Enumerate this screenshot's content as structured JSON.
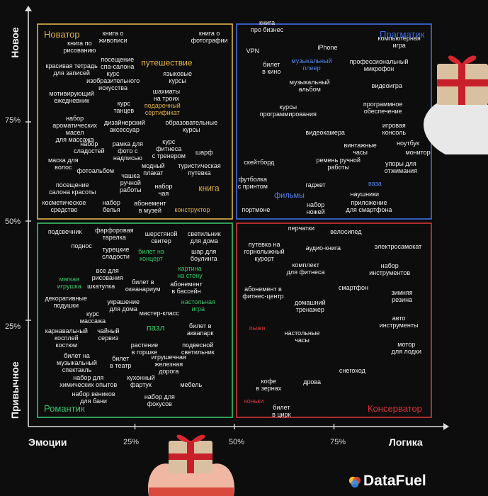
{
  "axes": {
    "x_left_title": "Эмоции",
    "x_right_title": "Логика",
    "y_top_title": "Новое",
    "y_bottom_title": "Привычное",
    "x_ticks": [
      "25%",
      "50%",
      "75%"
    ],
    "y_ticks": [
      "75%",
      "50%",
      "25%"
    ]
  },
  "brand": {
    "name": "DataFuel"
  },
  "colors": {
    "background": "#0d0d0d",
    "innovator": "#e0b24c",
    "pragmatic": "#3d6ee8",
    "romantic": "#35c46a",
    "conservative": "#d8343a",
    "text_default": "#eeeeee"
  },
  "icons": [
    "gift-box-icon",
    "glove-hand-icon",
    "datafuel-logo-icon"
  ],
  "chart_data": {
    "type": "scatter",
    "xlim": [
      0,
      100
    ],
    "ylim": [
      0,
      100
    ],
    "xlabel": "Эмоции — Логика",
    "ylabel": "Привычное — Новое",
    "quadrants": [
      {
        "id": "innovator",
        "name": "Новатор",
        "color": "#e0b24c"
      },
      {
        "id": "pragmatic",
        "name": "Прагматик",
        "color": "#3d6ee8"
      },
      {
        "id": "romantic",
        "name": "Романтик",
        "color": "#35c46a"
      },
      {
        "id": "conservative",
        "name": "Консерватор",
        "color": "#d8343a"
      }
    ],
    "points": [
      {
        "label": "книга о\nживописи",
        "x": 19.5,
        "y": 96.4,
        "q": "innovator"
      },
      {
        "label": "книга по\nрисованию",
        "x": 11.1,
        "y": 94.0,
        "q": "innovator"
      },
      {
        "label": "книга о\nфотографии",
        "x": 43.7,
        "y": 96.4,
        "q": "innovator"
      },
      {
        "label": "посещение\nспа-салона",
        "x": 20.6,
        "y": 89.8,
        "q": "innovator"
      },
      {
        "label": "путешествие",
        "x": 33.0,
        "y": 89.8,
        "q": "innovator",
        "color": "#e0b24c",
        "size": 12
      },
      {
        "label": "красивая тетрадь\nдля записей",
        "x": 9.1,
        "y": 88.3,
        "q": "innovator"
      },
      {
        "label": "курс\nизобразительного\nискусства",
        "x": 19.5,
        "y": 85.3,
        "q": "innovator"
      },
      {
        "label": "языковые\nкурсы",
        "x": 35.7,
        "y": 86.2,
        "q": "innovator"
      },
      {
        "label": "мотивирующий\nежедневник",
        "x": 9.1,
        "y": 81.2,
        "q": "innovator"
      },
      {
        "label": "шахматы\nна троих",
        "x": 32.9,
        "y": 81.8,
        "q": "innovator"
      },
      {
        "label": "курс\nтанцев",
        "x": 22.2,
        "y": 78.8,
        "q": "innovator"
      },
      {
        "label": "подарочный\nсертификат",
        "x": 31.9,
        "y": 78.2,
        "q": "innovator",
        "color": "#e0b24c"
      },
      {
        "label": "набор\nароматических\nмасел\nдля массажа",
        "x": 9.9,
        "y": 73.3,
        "q": "innovator"
      },
      {
        "label": "дизайнерский\nаксессуар",
        "x": 22.4,
        "y": 73.9,
        "q": "innovator"
      },
      {
        "label": "образовательные\nкурсы",
        "x": 39.2,
        "y": 73.9,
        "q": "innovator"
      },
      {
        "label": "набор\nсладостей",
        "x": 13.5,
        "y": 68.5,
        "q": "innovator"
      },
      {
        "label": "рамка для\nфото с\nнадписью",
        "x": 23.2,
        "y": 67.6,
        "q": "innovator"
      },
      {
        "label": "курс\nфитнеса\nс тренером",
        "x": 33.5,
        "y": 68.2,
        "q": "innovator"
      },
      {
        "label": "шарф",
        "x": 42.4,
        "y": 67.3,
        "q": "innovator"
      },
      {
        "label": "маска для\nволос",
        "x": 7.0,
        "y": 64.5,
        "q": "innovator"
      },
      {
        "label": "фотоальбом",
        "x": 15.1,
        "y": 62.7,
        "q": "innovator"
      },
      {
        "label": "модный\nплакат",
        "x": 29.6,
        "y": 63.0,
        "q": "innovator"
      },
      {
        "label": "туристическая\nпутевка",
        "x": 41.2,
        "y": 63.0,
        "q": "innovator"
      },
      {
        "label": "чашка\nручной\nработы",
        "x": 23.9,
        "y": 59.7,
        "q": "innovator"
      },
      {
        "label": "посещение\nсалона красоты",
        "x": 9.3,
        "y": 58.2,
        "q": "innovator"
      },
      {
        "label": "набор\nчая",
        "x": 32.2,
        "y": 57.9,
        "q": "innovator"
      },
      {
        "label": "книга",
        "x": 43.6,
        "y": 58.2,
        "q": "innovator",
        "color": "#e0b24c",
        "size": 12
      },
      {
        "label": "косметическое\nсредство",
        "x": 7.2,
        "y": 53.8,
        "q": "innovator"
      },
      {
        "label": "набор\nбелья",
        "x": 19.1,
        "y": 53.8,
        "q": "innovator"
      },
      {
        "label": "абонемент\nв музей",
        "x": 28.8,
        "y": 53.5,
        "q": "innovator"
      },
      {
        "label": "конструктор",
        "x": 39.4,
        "y": 52.9,
        "q": "innovator",
        "color": "#e0b24c"
      },
      {
        "label": "книга\nпро бизнес",
        "x": 58.2,
        "y": 99.1,
        "q": "pragmatic"
      },
      {
        "label": "VPN",
        "x": 54.6,
        "y": 92.8,
        "q": "pragmatic"
      },
      {
        "label": "iPhone",
        "x": 73.4,
        "y": 93.7,
        "q": "pragmatic"
      },
      {
        "label": "компьютерная\nигра",
        "x": 91.4,
        "y": 95.2,
        "q": "pragmatic"
      },
      {
        "label": "билет\nв кино",
        "x": 59.3,
        "y": 88.6,
        "q": "pragmatic"
      },
      {
        "label": "музыкальный\nплеер",
        "x": 69.4,
        "y": 89.5,
        "q": "pragmatic",
        "color": "#4f86f0"
      },
      {
        "label": "профессиональный\nмикрофон",
        "x": 86.3,
        "y": 89.2,
        "q": "pragmatic"
      },
      {
        "label": "музыкальный\nальбом",
        "x": 68.9,
        "y": 84.1,
        "q": "pragmatic"
      },
      {
        "label": "видеоигра",
        "x": 88.3,
        "y": 84.1,
        "q": "pragmatic"
      },
      {
        "label": "курсы\nпрограммирования",
        "x": 63.5,
        "y": 77.9,
        "q": "pragmatic"
      },
      {
        "label": "программное\nобеспечение",
        "x": 87.3,
        "y": 78.5,
        "q": "pragmatic"
      },
      {
        "label": "видеокамера",
        "x": 72.8,
        "y": 72.4,
        "q": "pragmatic"
      },
      {
        "label": "игровая\nконсоль",
        "x": 90.1,
        "y": 73.3,
        "q": "pragmatic"
      },
      {
        "label": "винтажные\nчасы",
        "x": 81.6,
        "y": 68.2,
        "q": "pragmatic"
      },
      {
        "label": "ноутбук",
        "x": 93.6,
        "y": 69.7,
        "q": "pragmatic"
      },
      {
        "label": "монитор",
        "x": 96.1,
        "y": 67.3,
        "q": "pragmatic"
      },
      {
        "label": "скейтборд",
        "x": 56.2,
        "y": 64.8,
        "q": "pragmatic"
      },
      {
        "label": "ремень ручной\nработы",
        "x": 76.1,
        "y": 64.5,
        "q": "pragmatic"
      },
      {
        "label": "упоры для\nотжимания",
        "x": 91.8,
        "y": 63.6,
        "q": "pragmatic"
      },
      {
        "label": "футболка\nс принтом",
        "x": 54.6,
        "y": 59.7,
        "q": "pragmatic"
      },
      {
        "label": "гаджет",
        "x": 70.4,
        "y": 59.1,
        "q": "pragmatic"
      },
      {
        "label": "ваза",
        "x": 85.3,
        "y": 59.4,
        "q": "pragmatic",
        "color": "#4f86f0"
      },
      {
        "label": "фильмы",
        "x": 63.8,
        "y": 56.4,
        "q": "pragmatic",
        "color": "#4f86f0",
        "size": 11
      },
      {
        "label": "наушники",
        "x": 82.7,
        "y": 56.7,
        "q": "pragmatic"
      },
      {
        "label": "портмоне",
        "x": 55.4,
        "y": 52.9,
        "q": "pragmatic"
      },
      {
        "label": "набор\nножей",
        "x": 70.4,
        "y": 53.2,
        "q": "pragmatic"
      },
      {
        "label": "приложение\nдля смартфона",
        "x": 83.8,
        "y": 53.8,
        "q": "pragmatic"
      },
      {
        "label": "подсвечник",
        "x": 7.4,
        "y": 47.3,
        "q": "romantic"
      },
      {
        "label": "фарфоровая\nтарелка",
        "x": 19.8,
        "y": 46.7,
        "q": "romantic"
      },
      {
        "label": "шерстяной\nсвитер",
        "x": 31.6,
        "y": 45.9,
        "q": "romantic"
      },
      {
        "label": "светильник\nдля дома",
        "x": 42.4,
        "y": 45.9,
        "q": "romantic"
      },
      {
        "label": "поднос",
        "x": 11.6,
        "y": 43.8,
        "q": "romantic"
      },
      {
        "label": "турецкие\nсладости",
        "x": 20.2,
        "y": 42.0,
        "q": "romantic"
      },
      {
        "label": "билет на\nконцерт",
        "x": 29.1,
        "y": 41.4,
        "q": "romantic",
        "color": "#35c46a"
      },
      {
        "label": "шар для\nбоулинга",
        "x": 42.3,
        "y": 41.4,
        "q": "romantic"
      },
      {
        "label": "картина\nна стену",
        "x": 38.8,
        "y": 37.2,
        "q": "romantic",
        "color": "#35c46a"
      },
      {
        "label": "все для\nрисования",
        "x": 18.1,
        "y": 36.6,
        "q": "romantic"
      },
      {
        "label": "мягкая\nигрушка",
        "x": 8.5,
        "y": 34.5,
        "q": "romantic",
        "color": "#35c46a"
      },
      {
        "label": "шкатулка",
        "x": 16.5,
        "y": 33.5,
        "q": "romantic"
      },
      {
        "label": "билет в\nокеанариум",
        "x": 27.0,
        "y": 33.8,
        "q": "romantic"
      },
      {
        "label": "абонемент\nв бассейн",
        "x": 37.9,
        "y": 33.2,
        "q": "romantic"
      },
      {
        "label": "декоративные\nподушки",
        "x": 7.7,
        "y": 29.7,
        "q": "romantic"
      },
      {
        "label": "украшение\nдля дома",
        "x": 22.1,
        "y": 28.8,
        "q": "romantic"
      },
      {
        "label": "настольная\nигра",
        "x": 40.9,
        "y": 28.8,
        "q": "romantic",
        "color": "#35c46a"
      },
      {
        "label": "курс\nмассажа",
        "x": 14.4,
        "y": 25.8,
        "q": "romantic"
      },
      {
        "label": "мастер-класс",
        "x": 31.1,
        "y": 26.7,
        "q": "romantic"
      },
      {
        "label": "пазл",
        "x": 30.2,
        "y": 23.0,
        "q": "romantic",
        "color": "#35c46a",
        "size": 12
      },
      {
        "label": "билет в\nаквапарк",
        "x": 41.4,
        "y": 22.7,
        "q": "romantic"
      },
      {
        "label": "карнавальный\nкосплей\nкостюм",
        "x": 7.8,
        "y": 20.6,
        "q": "romantic"
      },
      {
        "label": "чайный\nсервиз",
        "x": 18.3,
        "y": 21.5,
        "q": "romantic"
      },
      {
        "label": "растение\nв горшке",
        "x": 27.4,
        "y": 17.8,
        "q": "romantic"
      },
      {
        "label": "подвесной\nсветильник",
        "x": 40.8,
        "y": 17.8,
        "q": "romantic"
      },
      {
        "label": "билет на\nмузыкальный\nспектакль",
        "x": 10.4,
        "y": 14.2,
        "q": "romantic"
      },
      {
        "label": "билет\nв театр",
        "x": 21.4,
        "y": 14.5,
        "q": "romantic"
      },
      {
        "label": "игрушечная\nжелезная\nдорога",
        "x": 33.5,
        "y": 13.9,
        "q": "romantic"
      },
      {
        "label": "набор для\nхимических опытов",
        "x": 13.3,
        "y": 9.7,
        "q": "romantic"
      },
      {
        "label": "кухонный\nфартук",
        "x": 26.5,
        "y": 9.7,
        "q": "romantic"
      },
      {
        "label": "мебель",
        "x": 39.1,
        "y": 8.7,
        "q": "romantic"
      },
      {
        "label": "набор веников\nдля бани",
        "x": 14.6,
        "y": 5.5,
        "q": "romantic"
      },
      {
        "label": "набор для\nфокусов",
        "x": 31.2,
        "y": 4.9,
        "q": "romantic"
      },
      {
        "label": "перчатки",
        "x": 66.8,
        "y": 48.2,
        "q": "conservative"
      },
      {
        "label": "велосипед",
        "x": 78.0,
        "y": 47.3,
        "q": "conservative"
      },
      {
        "label": "путевка на\nгорнолыжный\nкурорт",
        "x": 57.5,
        "y": 42.3,
        "q": "conservative"
      },
      {
        "label": "аудио-книга",
        "x": 72.3,
        "y": 43.2,
        "q": "conservative"
      },
      {
        "label": "электросамокат",
        "x": 91.1,
        "y": 43.5,
        "q": "conservative"
      },
      {
        "label": "комплект\nдля фитнеса",
        "x": 67.9,
        "y": 38.1,
        "q": "conservative"
      },
      {
        "label": "набор\nинструментов",
        "x": 89.0,
        "y": 37.8,
        "q": "conservative"
      },
      {
        "label": "смартфон",
        "x": 79.9,
        "y": 33.2,
        "q": "conservative"
      },
      {
        "label": "абонемент в\nфитнес-центр",
        "x": 57.2,
        "y": 32.0,
        "q": "conservative"
      },
      {
        "label": "домашний\nтренажер",
        "x": 69.0,
        "y": 28.5,
        "q": "conservative"
      },
      {
        "label": "зимняя\nрезина",
        "x": 92.1,
        "y": 31.1,
        "q": "conservative"
      },
      {
        "label": "авто\nинструменты",
        "x": 91.3,
        "y": 24.6,
        "q": "conservative"
      },
      {
        "label": "пыжи",
        "x": 55.7,
        "y": 23.0,
        "q": "conservative",
        "color": "#d8343a"
      },
      {
        "label": "настольные\nчасы",
        "x": 67.0,
        "y": 20.9,
        "q": "conservative"
      },
      {
        "label": "мотор\nдля лодки",
        "x": 93.2,
        "y": 18.1,
        "q": "conservative"
      },
      {
        "label": "снегоход",
        "x": 79.6,
        "y": 12.4,
        "q": "conservative"
      },
      {
        "label": "кофе\nв зернах",
        "x": 58.6,
        "y": 8.7,
        "q": "conservative"
      },
      {
        "label": "дрова",
        "x": 69.5,
        "y": 9.4,
        "q": "conservative"
      },
      {
        "label": "коньки",
        "x": 54.9,
        "y": 4.6,
        "q": "conservative",
        "color": "#d8343a"
      },
      {
        "label": "билет\nв цирк",
        "x": 61.8,
        "y": 2.2,
        "q": "conservative"
      }
    ]
  }
}
